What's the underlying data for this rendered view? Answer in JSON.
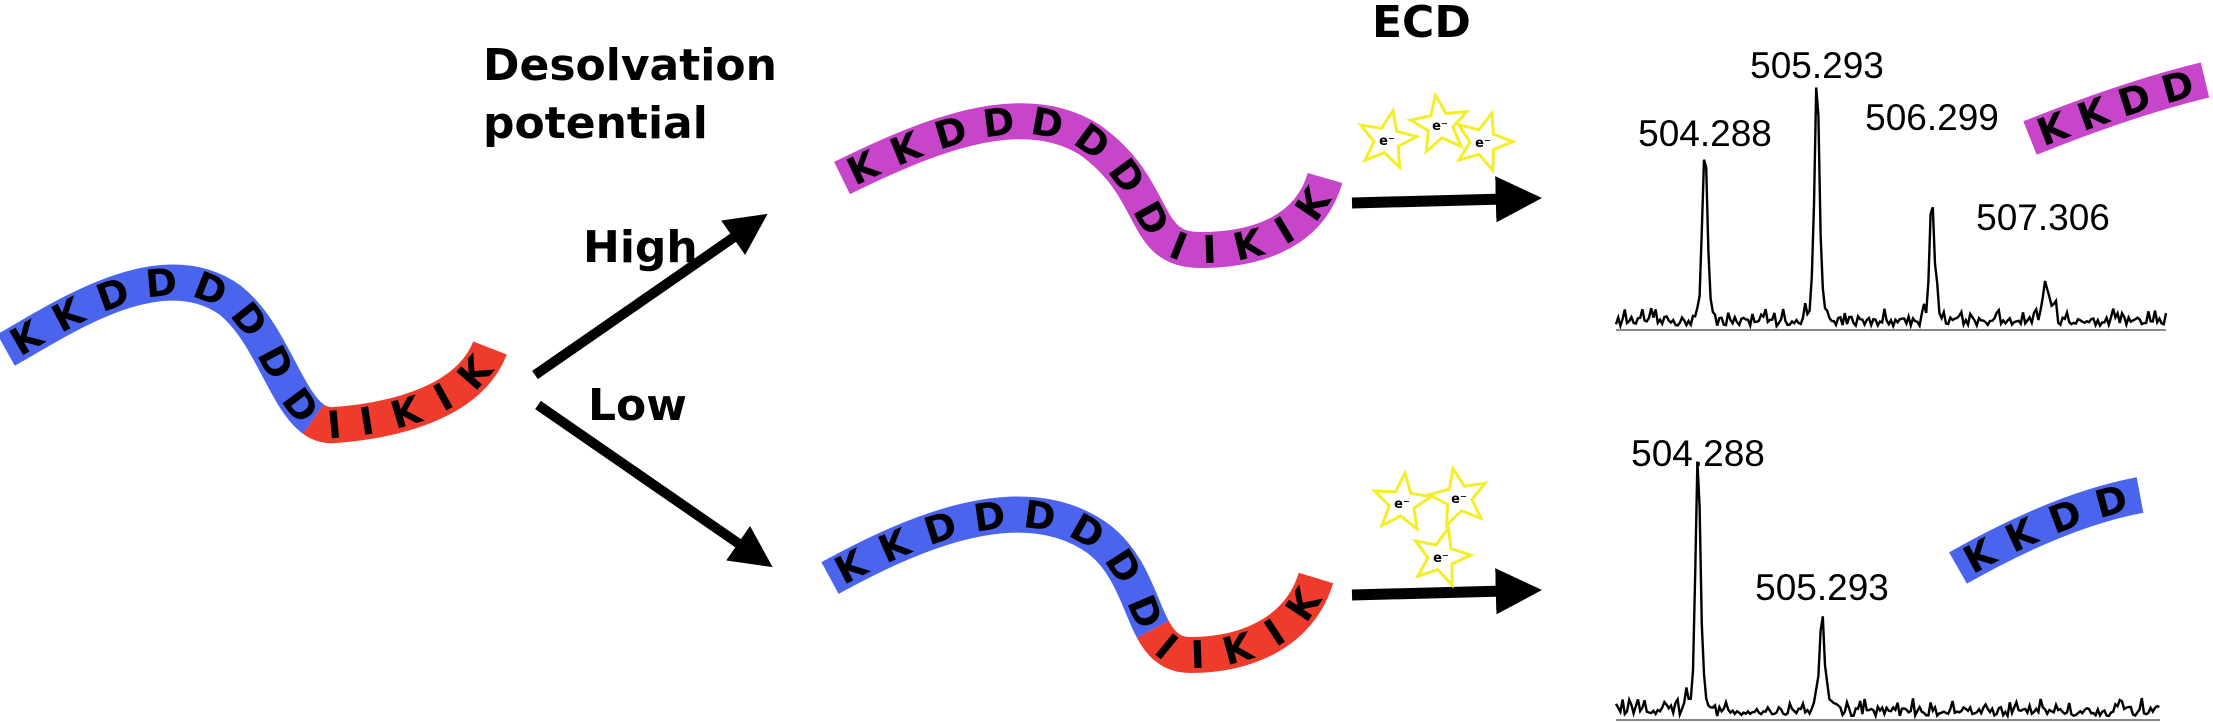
{
  "labels": {
    "ecd": "ECD",
    "desolvation_line1": "Desolvation",
    "desolvation_line2": "potential",
    "high": "High",
    "low": "Low"
  },
  "electron_symbol": "e⁻",
  "colors": {
    "blue": "#4a64ee",
    "red": "#ee3b2c",
    "magenta": "#c745c9",
    "star_fill": "#ffffff",
    "star_stroke": "#f4ee2a"
  },
  "peptides": {
    "initial_blue": [
      "K",
      "K",
      "D",
      "D",
      "D",
      "D",
      "D",
      "D"
    ],
    "initial_red": [
      "I",
      "I",
      "K",
      "I",
      "K"
    ],
    "high_magenta": [
      "K",
      "K",
      "D",
      "D",
      "D",
      "D",
      "D",
      "D",
      "I",
      "I",
      "K",
      "I",
      "K"
    ],
    "low_blue": [
      "K",
      "K",
      "D",
      "D",
      "D",
      "D",
      "D",
      "D"
    ],
    "low_red": [
      "I",
      "I",
      "K",
      "I",
      "K"
    ],
    "fragment_high": [
      "K",
      "K",
      "D",
      "D"
    ],
    "fragment_low": [
      "K",
      "K",
      "D",
      "D"
    ]
  },
  "spectra": {
    "high": {
      "peaks": [
        {
          "label": "504.288",
          "relative_intensity": 0.72
        },
        {
          "label": "505.293",
          "relative_intensity": 1.0
        },
        {
          "label": "506.299",
          "relative_intensity": 0.49
        },
        {
          "label": "507.306",
          "relative_intensity": 0.16
        }
      ]
    },
    "low": {
      "peaks": [
        {
          "label": "504.288",
          "relative_intensity": 1.0
        },
        {
          "label": "505.293",
          "relative_intensity": 0.38
        }
      ]
    }
  }
}
